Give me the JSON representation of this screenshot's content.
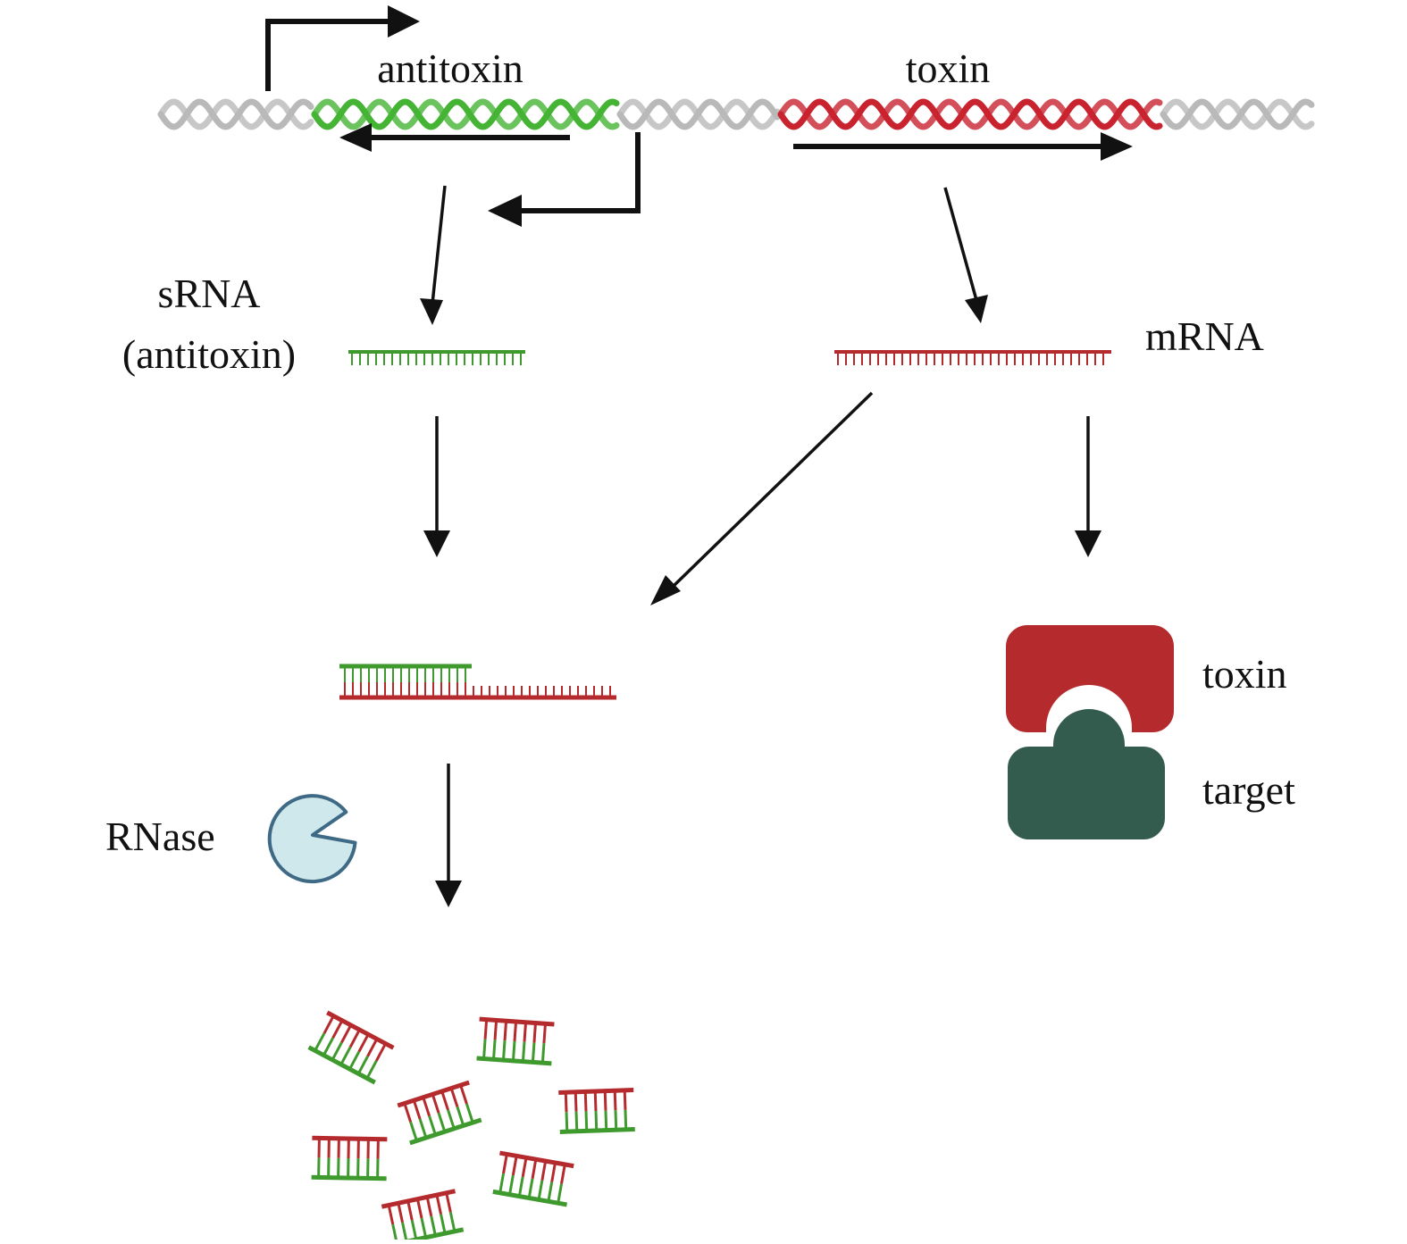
{
  "labels": {
    "antitoxin_gene": "antitoxin",
    "toxin_gene": "toxin",
    "srna_line1": "sRNA",
    "srna_line2": "(antitoxin)",
    "mrna": "mRNA",
    "toxin_protein": "toxin",
    "target_protein": "target",
    "rnase": "RNase"
  },
  "colors": {
    "antitoxin_green": "#3f9a2e",
    "antitoxin_dna_green": "#45b434",
    "toxin_red": "#b42a2d",
    "toxin_dna_red": "#c8232f",
    "dna_grey": "#b9b9b9",
    "target_teal": "#335c4f",
    "rnase_fill": "#cfe8ec",
    "rnase_stroke": "#3f6a85",
    "arrow": "#111111"
  },
  "icons": {
    "rnase": "pacman-enzyme-icon",
    "promoter": "bent-promoter-arrow-icon"
  }
}
